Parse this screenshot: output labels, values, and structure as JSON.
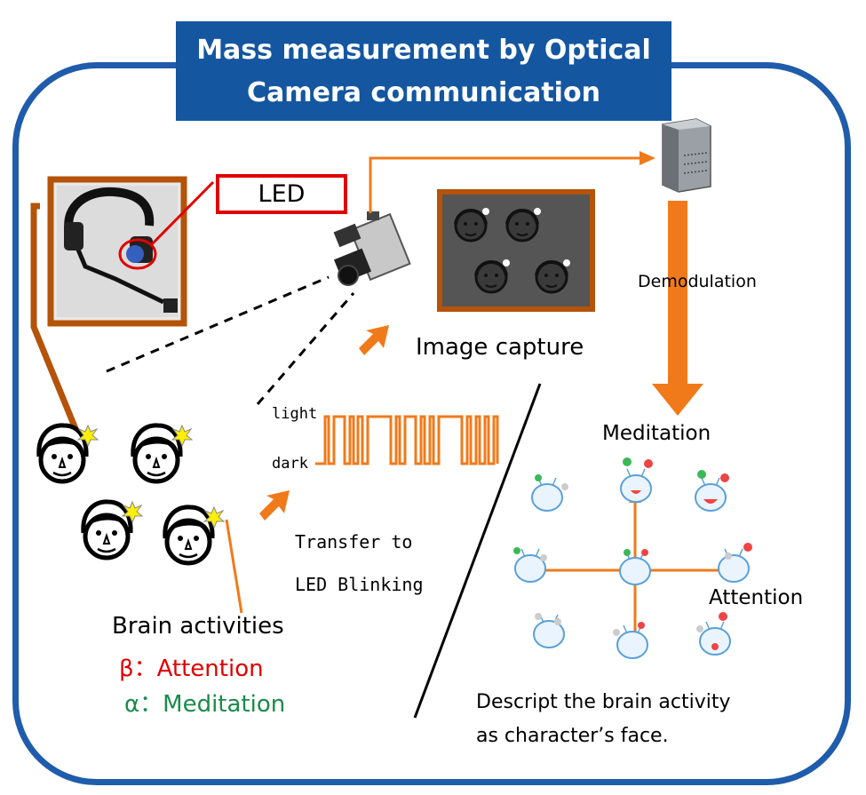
{
  "title": {
    "line1": "Mass measurement by Optical",
    "line2": "Camera communication"
  },
  "labels": {
    "led": "LED",
    "image_capture": "Image capture",
    "demodulation": "Demodulation",
    "light": "light",
    "dark": "dark",
    "transfer_line1": "Transfer to",
    "transfer_line2": "LED Blinking",
    "meditation_axis": "Meditation",
    "attention_axis": "Attention",
    "brain_activities": "Brain activities",
    "beta_legend": "β：Attention",
    "alpha_legend": "α：Meditation",
    "describe_line1": "Descript the brain activity",
    "describe_line2": "as character’s face."
  },
  "icons": {
    "camera": "video-camera-icon",
    "server": "server-icon",
    "headset": "headset-photo",
    "faces": "brain-wave-face-icon",
    "arrows": "orange-arrow-icon"
  },
  "colors": {
    "frame": "#1f5cab",
    "title_bg": "#1456a0",
    "accent_orange": "#f07a1a",
    "brown": "#b45309",
    "led_red": "#e00000",
    "attention_red": "#e00000",
    "meditation_green": "#1a8a4a"
  }
}
